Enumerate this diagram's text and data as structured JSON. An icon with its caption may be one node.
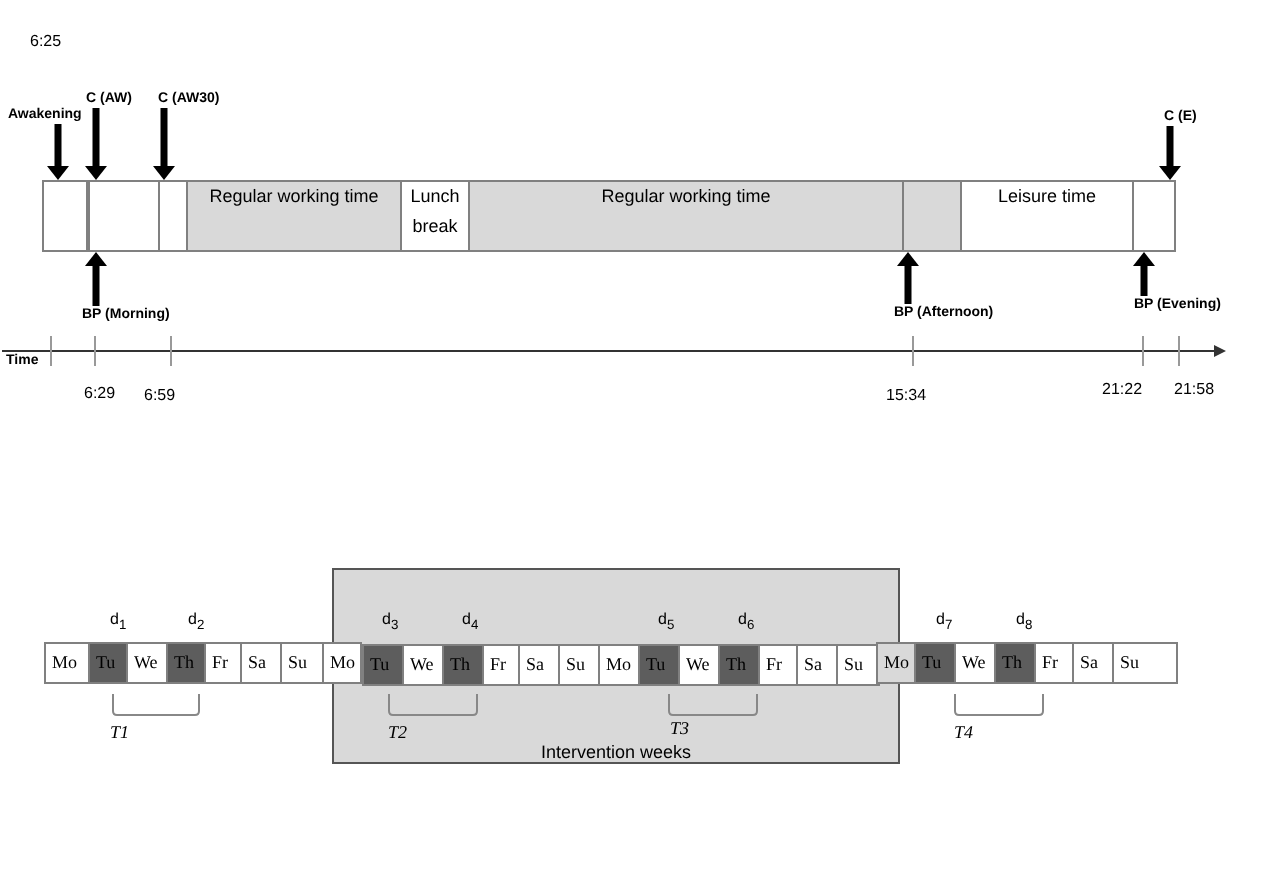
{
  "diagram": {
    "nodes": [
      {
        "text": [
          "Awakening"
        ]
      },
      {
        "text": [
          "C (AW)"
        ]
      },
      {
        "text": [
          "C (AW30)"
        ]
      },
      {
        "text": [
          "C (E)"
        ]
      },
      {
        "text": [],
        "shape": "box"
      },
      {
        "text": [],
        "shape": "box"
      },
      {
        "text": [],
        "shape": "box"
      },
      {
        "text": [
          "Regular working time"
        ]
      },
      {
        "text": [
          "Lunch break"
        ]
      },
      {
        "text": [
          "Regular working time"
        ]
      },
      {
        "text": [],
        "shape": "box"
      },
      {
        "text": [
          "Leisure time"
        ]
      },
      {
        "text": [],
        "shape": "box"
      },
      {
        "text": [
          "BP (Morning)"
        ]
      },
      {
        "text": [
          "BP (Afternoon)"
        ]
      },
      {
        "text": [
          "BP (Evening)"
        ]
      },
      {
        "text": [
          "Intervention weeks"
        ]
      },
      {
        "text": [
          "Mo"
        ]
      },
      {
        "text": [
          "Tu"
        ]
      },
      {
        "text": [
          "We"
        ]
      },
      {
        "text": [
          "Th"
        ]
      },
      {
        "text": [
          "Fr"
        ]
      },
      {
        "text": [
          "Sa"
        ]
      },
      {
        "text": [
          "Su"
        ]
      },
      {
        "text": [
          "Mo"
        ]
      },
      {
        "text": [
          "Tu"
        ],
        "in": 16
      },
      {
        "text": [
          "We"
        ],
        "in": 16
      },
      {
        "text": [
          "Th"
        ],
        "in": 16
      },
      {
        "text": [
          "Fr"
        ],
        "in": 16
      },
      {
        "text": [
          "Sa"
        ],
        "in": 16
      },
      {
        "text": [
          "Su"
        ],
        "in": 16
      },
      {
        "text": [
          "Mo"
        ],
        "in": 16
      },
      {
        "text": [
          "Tu"
        ],
        "in": 16
      },
      {
        "text": [
          "We"
        ],
        "in": 16
      },
      {
        "text": [
          "Th"
        ],
        "in": 16
      },
      {
        "text": [
          "Fr"
        ],
        "in": 16
      },
      {
        "text": [
          "Sa"
        ],
        "in": 16
      },
      {
        "text": [
          "Su"
        ],
        "in": 16
      },
      {
        "text": [
          "Mo"
        ]
      },
      {
        "text": [
          "Tu"
        ]
      },
      {
        "text": [
          "We"
        ]
      },
      {
        "text": [
          "Th"
        ]
      },
      {
        "text": [
          "Fr"
        ]
      },
      {
        "text": [
          "Sa"
        ]
      },
      {
        "text": [
          "Su"
        ]
      }
    ],
    "edges": [
      {
        "from": 0,
        "to": 4,
        "arrow": "to"
      },
      {
        "from": 1,
        "to": 5,
        "arrow": "to"
      },
      {
        "from": 2,
        "to": 6,
        "arrow": "to"
      },
      {
        "from": 3,
        "to": 12,
        "arrow": "to"
      },
      {
        "from": 13,
        "to": 5,
        "arrow": "to"
      },
      {
        "from": 14,
        "to": 10,
        "arrow": "to"
      },
      {
        "from": 15,
        "to": 12,
        "arrow": "to"
      }
    ],
    "labels": [
      "6:25",
      "Time",
      "6:29",
      "6:59",
      "15:34",
      "21:22",
      "21:58",
      "d$_{1}$",
      "d$_{2}$",
      "d$_{3}$",
      "d$_{4}$",
      "d$_{5}$",
      "d$_{6}$",
      "d$_{7}$",
      "d$_{8}$",
      "T1",
      "T2",
      "T3",
      "T4"
    ]
  }
}
